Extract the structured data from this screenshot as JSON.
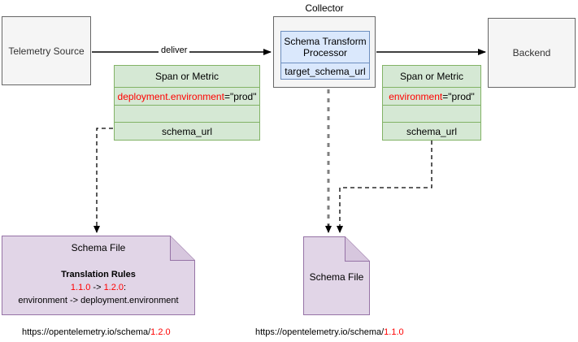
{
  "diagram": {
    "title": "OpenTelemetry schema transform processor flow",
    "colors": {
      "gray_fill": "#f5f5f5",
      "gray_stroke": "#666666",
      "blue_fill": "#dae8fc",
      "blue_stroke": "#6c8ebf",
      "green_fill": "#d5e8d4",
      "green_stroke": "#82b366",
      "purple_fill": "#e1d5e7",
      "purple_stroke": "#9673a6",
      "accent_red": "#ff0000",
      "line_black": "#000000",
      "line_gray": "#808080"
    }
  },
  "nodes": {
    "telemetry_source": {
      "label": "Telemetry Source"
    },
    "collector": {
      "label": "Collector"
    },
    "processor": {
      "title_line1": "Schema Transform",
      "title_line2": "Processor",
      "property": "target_schema_url"
    },
    "backend": {
      "label": "Backend"
    }
  },
  "edges": {
    "deliver": {
      "label": "deliver"
    }
  },
  "tables": {
    "left_span": {
      "header": "Span or Metric",
      "rows": [
        {
          "key": "deployment.environment",
          "value": "=\"prod\"",
          "highlight": true
        },
        {
          "key": "",
          "value": "",
          "highlight": false
        },
        {
          "key": "schema_url",
          "value": "",
          "highlight": false
        }
      ]
    },
    "right_span": {
      "header": "Span or Metric",
      "rows": [
        {
          "key": "environment",
          "value": "=\"prod\"",
          "highlight": true
        },
        {
          "key": "",
          "value": "",
          "highlight": false
        },
        {
          "key": "schema_url",
          "value": "",
          "highlight": false
        }
      ]
    }
  },
  "schema_files": {
    "left": {
      "title": "Schema File",
      "rules_heading": "Translation Rules",
      "rule_from": "1.1.0",
      "rule_arrow": " -> ",
      "rule_to": "1.2.0",
      "rule_colon": ":",
      "rule_mapping": "environment -> deployment.environment",
      "url_base": "https://opentelemetry.io/schema/",
      "url_version": "1.2.0"
    },
    "right": {
      "title": "Schema File",
      "url_base": "https://opentelemetry.io/schema/",
      "url_version": "1.1.0"
    }
  }
}
